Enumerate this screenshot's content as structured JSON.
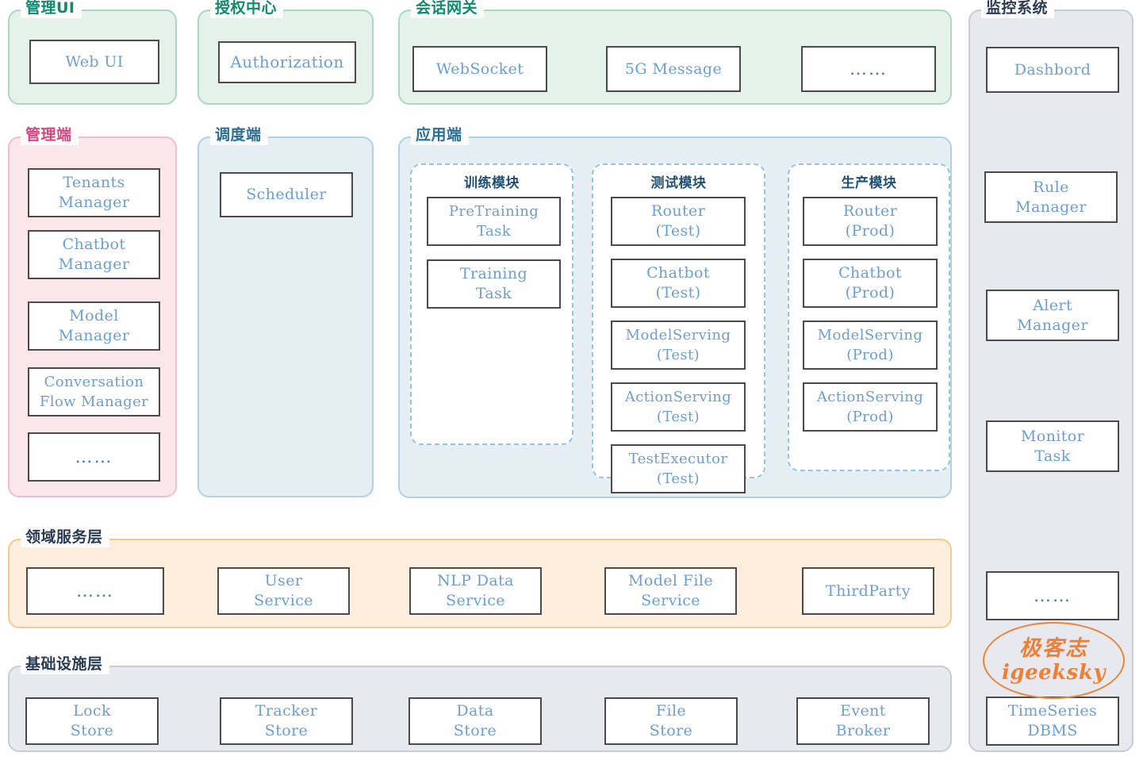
{
  "colors": {
    "green_panel_border": "#a9d9c4",
    "green_panel_bg": "#e5f2ec",
    "green_title": "#0f8a6e",
    "pink_panel_border": "#f0bed0",
    "pink_panel_bg": "#fbe6ec",
    "pink_title": "#d5487f",
    "blue_panel_border": "#afd2e6",
    "blue_panel_bg": "#e5eef3",
    "blue_title": "#2a6e97",
    "orange_panel_border": "#f7c98e",
    "orange_panel_bg": "#fdeedd",
    "gray_panel_border": "#c9ccd4",
    "gray_panel_bg": "#e8e9ee",
    "node_border": "#4a4a4a",
    "node_text": "#6c9fd0",
    "dashed_border": "#93c4e0",
    "watermark": "#ef7f35"
  },
  "panels": {
    "admin_ui": {
      "title": "管理UI",
      "nodes": [
        {
          "label": "Web UI"
        }
      ]
    },
    "auth_center": {
      "title": "授权中心",
      "nodes": [
        {
          "label": "Authorization"
        }
      ]
    },
    "session_gateway": {
      "title": "会话网关",
      "nodes": [
        {
          "label": "WebSocket"
        },
        {
          "label": "5G Message"
        },
        {
          "label": "……",
          "dots": true
        }
      ]
    },
    "monitoring_system": {
      "title": "监控系统",
      "nodes": [
        {
          "label": "Dashbord"
        },
        {
          "label": "Rule\nManager"
        },
        {
          "label": "Alert\nManager"
        },
        {
          "label": "Monitor\nTask"
        },
        {
          "label": "……",
          "dots": true
        },
        {
          "label": "TimeSeries\nDBMS"
        }
      ]
    },
    "admin_side": {
      "title": "管理端",
      "nodes": [
        {
          "label": "Tenants\nManager"
        },
        {
          "label": "Chatbot\nManager"
        },
        {
          "label": "Model\nManager"
        },
        {
          "label": "Conversation\nFlow Manager"
        },
        {
          "label": "……",
          "dots": true
        }
      ]
    },
    "scheduler_side": {
      "title": "调度端",
      "nodes": [
        {
          "label": "Scheduler"
        }
      ]
    },
    "application_side": {
      "title": "应用端",
      "submodules": [
        {
          "title": "训练模块",
          "nodes": [
            {
              "label": "PreTraining\nTask"
            },
            {
              "label": "Training\nTask"
            }
          ]
        },
        {
          "title": "测试模块",
          "nodes": [
            {
              "label": "Router\n(Test)"
            },
            {
              "label": "Chatbot\n(Test)"
            },
            {
              "label": "ModelServing\n(Test)"
            },
            {
              "label": "ActionServing\n(Test)"
            },
            {
              "label": "TestExecutor\n(Test)"
            }
          ]
        },
        {
          "title": "生产模块",
          "nodes": [
            {
              "label": "Router\n(Prod)"
            },
            {
              "label": "Chatbot\n(Prod)"
            },
            {
              "label": "ModelServing\n(Prod)"
            },
            {
              "label": "ActionServing\n(Prod)"
            }
          ]
        }
      ]
    },
    "domain_service_layer": {
      "title": "领域服务层",
      "nodes": [
        {
          "label": "……",
          "dots": true
        },
        {
          "label": "User\nService"
        },
        {
          "label": "NLP Data\nService"
        },
        {
          "label": "Model File\nService"
        },
        {
          "label": "ThirdParty"
        }
      ]
    },
    "infrastructure_layer": {
      "title": "基础设施层",
      "nodes": [
        {
          "label": "Lock\nStore"
        },
        {
          "label": "Tracker\nStore"
        },
        {
          "label": "Data\nStore"
        },
        {
          "label": "File\nStore"
        },
        {
          "label": "Event\nBroker"
        }
      ]
    }
  },
  "watermark": {
    "line1": "极客志",
    "line2": "igeeksky"
  }
}
